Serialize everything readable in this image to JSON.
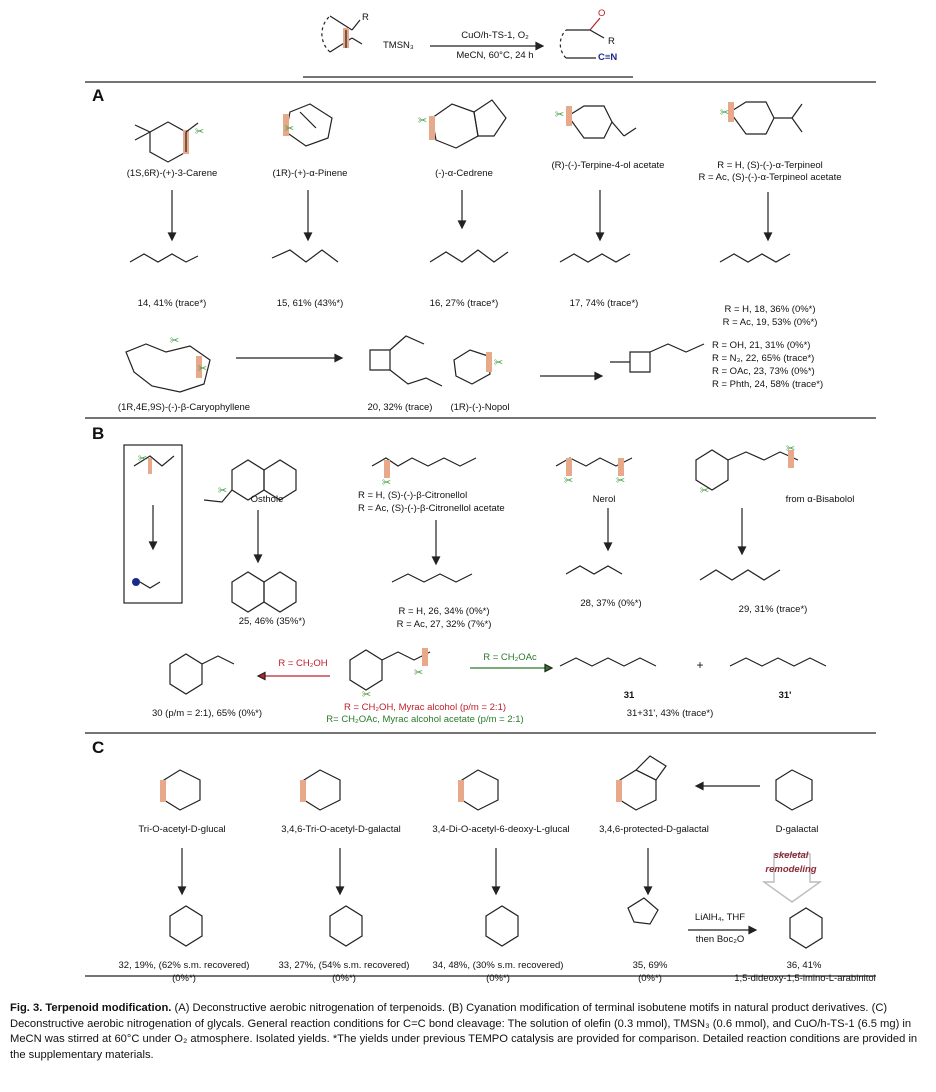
{
  "header": {
    "reagent": "TMSN₃",
    "conditions_top": "CuO/h-TS-1, O₂",
    "conditions_bottom": "MeCN, 60°C, 24 h",
    "product_c_label": "C≡N",
    "product_o_label": "O",
    "product_r_label": "R",
    "substrate_r_label": "R"
  },
  "sections": {
    "a": "A",
    "b": "B",
    "c": "C"
  },
  "section_a": {
    "substrates": [
      "(1S,6R)-(+)-3-Carene",
      "(1R)-(+)-α-Pinene",
      "(-)-α-Cedrene",
      "(R)-(-)-Terpine-4-ol acetate",
      "R = H, (S)-(-)-α-Terpineol",
      "R = Ac, (S)-(-)-α-Terpineol acetate"
    ],
    "products": [
      "14, 41% (trace*)",
      "15, 61% (43%*)",
      "16, 27% (trace*)",
      "17, 74% (trace*)",
      "R = H, 18, 36% (0%*)",
      "R = Ac, 19, 53% (0%*)"
    ],
    "row2_substrates": [
      "(1R,4E,9S)-(-)-β-Caryophyllene",
      "(1R)-(-)-Nopol"
    ],
    "row2_products": [
      "20, 32% (trace)"
    ],
    "nopol_products": [
      "R = OH, 21, 31%  (0%*)",
      "R = N₃, 22, 65% (trace*)",
      "R = OAc, 23, 73% (0%*)",
      "R = Phth, 24, 58% (trace*)"
    ]
  },
  "section_b": {
    "substrates": [
      "Ostholе",
      "R = H, (S)-(-)-β-Citronellol",
      "R = Ac, (S)-(-)-β-Citronellol acetate",
      "Nerol",
      "from α-Bisabolol"
    ],
    "products": [
      "25, 46% (35%*)",
      "R = H, 26, 34% (0%*)",
      "R = Ac, 27, 32% (7%*)",
      "28, 37% (0%*)",
      "29, 31% (trace*)"
    ],
    "myrac_red": "R = CH₂OH, Myrac alcohol (p/m = 2:1)",
    "myrac_green": "R= CH₂OAc, Myrac alcohol acetate (p/m = 2:1)",
    "arrow_left_label": "R = CH₂OH",
    "arrow_right_label": "R = CH₂OAc",
    "product_30": "30 (p/m = 2:1), 65% (0%*)",
    "product_31": "31",
    "product_31p": "31'",
    "product_31_yield": "31+31', 43% (trace*)",
    "plus": "+"
  },
  "section_c": {
    "substrates": [
      "Tri-O-acetyl-D-glucal",
      "3,4,6-Tri-O-acetyl-D-galactal",
      "3,4-Di-O-acetyl-6-deoxy-L-glucal",
      "3,4,6-protected-D-galactal",
      "D-galactal"
    ],
    "products_line1": [
      "32, 19%, (62% s.m. recovered)",
      "33, 27%, (54% s.m. recovered)",
      "34, 48%, (30% s.m. recovered)",
      "35, 69%"
    ],
    "products_line2": [
      "(0%*)",
      "(0%*)",
      "(0%*)",
      "(0%*)"
    ],
    "remodel_label_1": "skeletal",
    "remodel_label_2": "remodeling",
    "reduction_top": "LiAlH₄, THF",
    "reduction_bottom": "then Boc₂O",
    "product_36": "36, 41%",
    "product_36_name": "1,5-dideoxy-1,5-imino-L-arabinitol"
  },
  "legend": {
    "fig_label": "Fig. 3. Terpenoid modification.",
    "text": " (A) Deconstructive aerobic nitrogenation of terpenoids. (B) Cyanation modification of terminal isobutene motifs in natural product derivatives. (C) Deconstructive aerobic nitrogenation of glycals. General reaction conditions for C=C bond cleavage: The solution of olefin (0.3 mmol), TMSN₃ (0.6 mmol), and CuO/h-TS-1 (6.5 mg) in MeCN was stirred at 60°C under O₂ atmosphere. Isolated yields. *The yields under previous TEMPO catalysis are provided for comparison. Detailed reaction conditions are provided in the supplementary materials."
  },
  "colors": {
    "highlight": "#e8a88a",
    "cleave": "#3a9a3a",
    "nitrile": "#1a2a8a",
    "carbonyl": "#b8202a",
    "remodel": "#8b2a3a",
    "green_text": "#2a7a2a",
    "red_text": "#c0202a"
  }
}
